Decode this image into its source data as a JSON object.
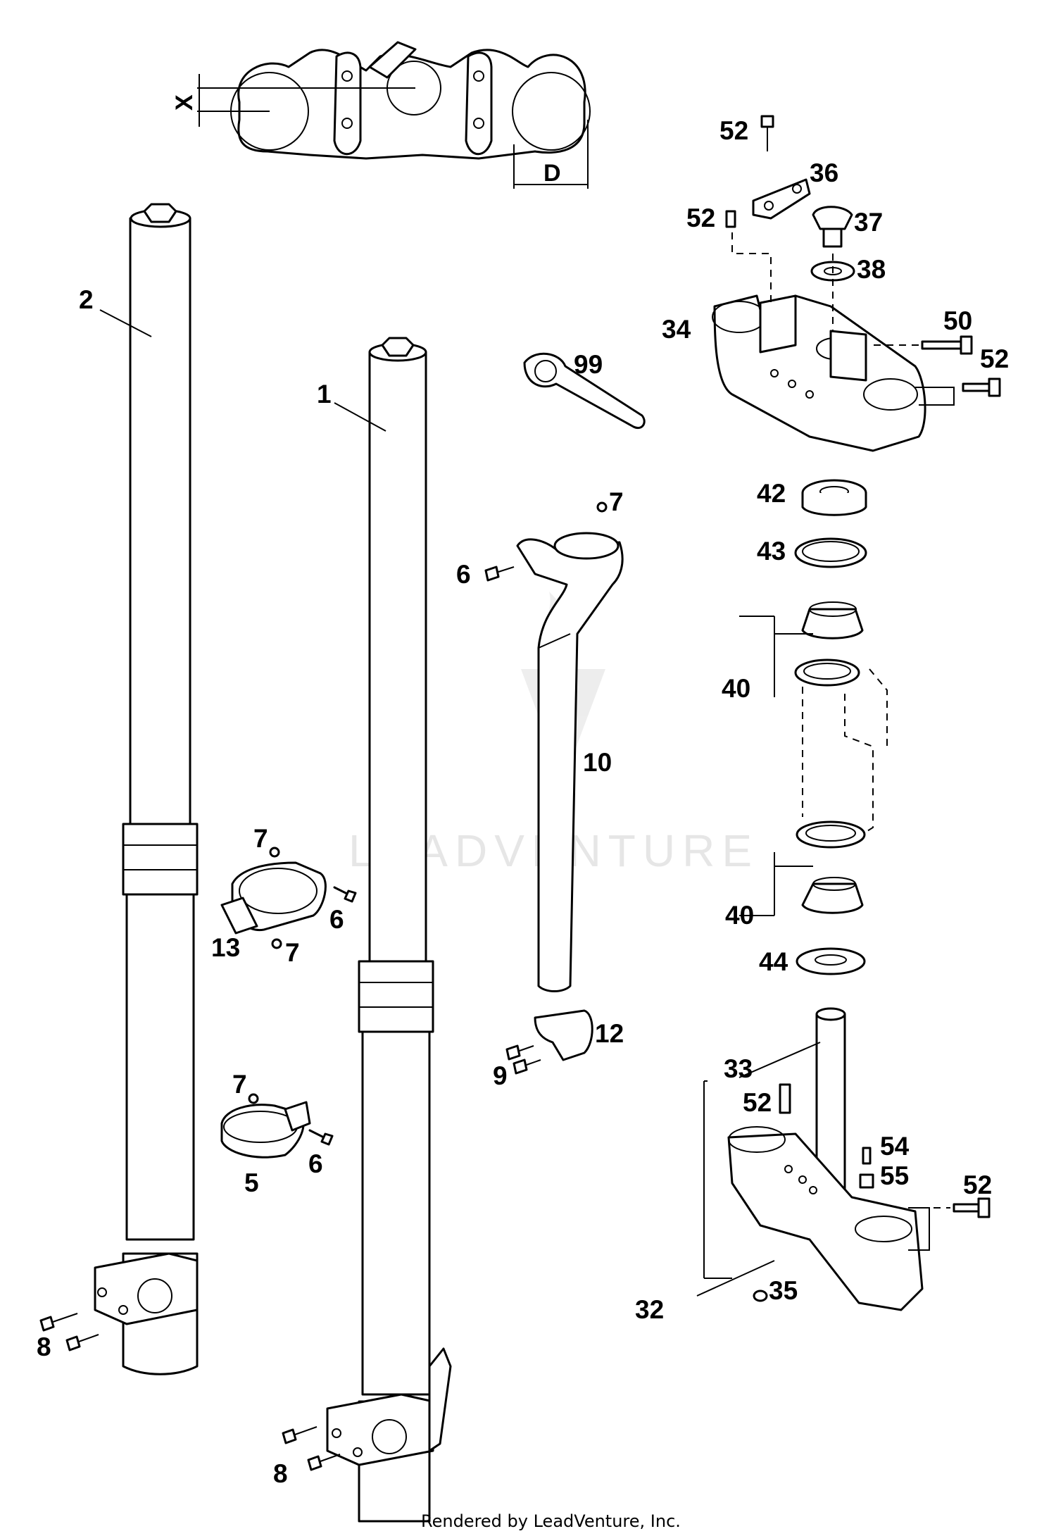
{
  "watermark": {
    "text": "LEADVENTURE",
    "color": "#e4e4e4"
  },
  "dimensions": {
    "x_label": "X",
    "d_label": "D"
  },
  "callouts": {
    "c2": "2",
    "c1": "1",
    "c99": "99",
    "c52a": "52",
    "c36": "36",
    "c52b": "52",
    "c37": "37",
    "c38": "38",
    "c34": "34",
    "c50": "50",
    "c52c": "52",
    "c42": "42",
    "c43": "43",
    "c40a": "40",
    "c40b": "40",
    "c44": "44",
    "c7a": "7",
    "c6a": "6",
    "c10": "10",
    "c7b": "7",
    "c6b": "6",
    "c13": "13",
    "c7c": "7",
    "c12": "12",
    "c9": "9",
    "c7d": "7",
    "c6c": "6",
    "c5": "5",
    "c33": "33",
    "c52d": "52",
    "c54": "54",
    "c55": "55",
    "c52e": "52",
    "c32": "32",
    "c35": "35",
    "c8a": "8",
    "c8b": "8"
  },
  "footer": "Rendered by LeadVenture, Inc."
}
